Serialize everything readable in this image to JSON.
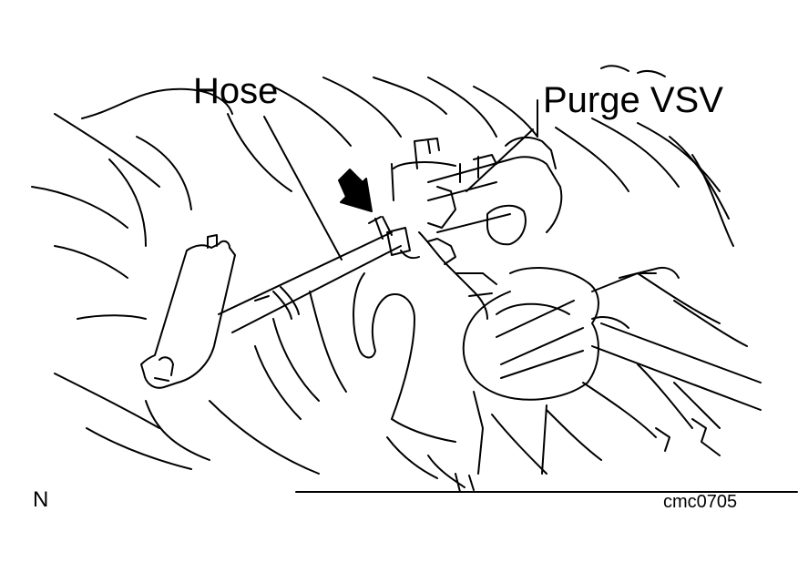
{
  "labels": {
    "hose": "Hose",
    "purge_vsv": "Purge VSV",
    "view_code": "N",
    "figure_code": "cmc0705"
  },
  "colors": {
    "line": "#000000",
    "background": "#ffffff"
  },
  "icons": {
    "pointer": "arrow-icon"
  }
}
